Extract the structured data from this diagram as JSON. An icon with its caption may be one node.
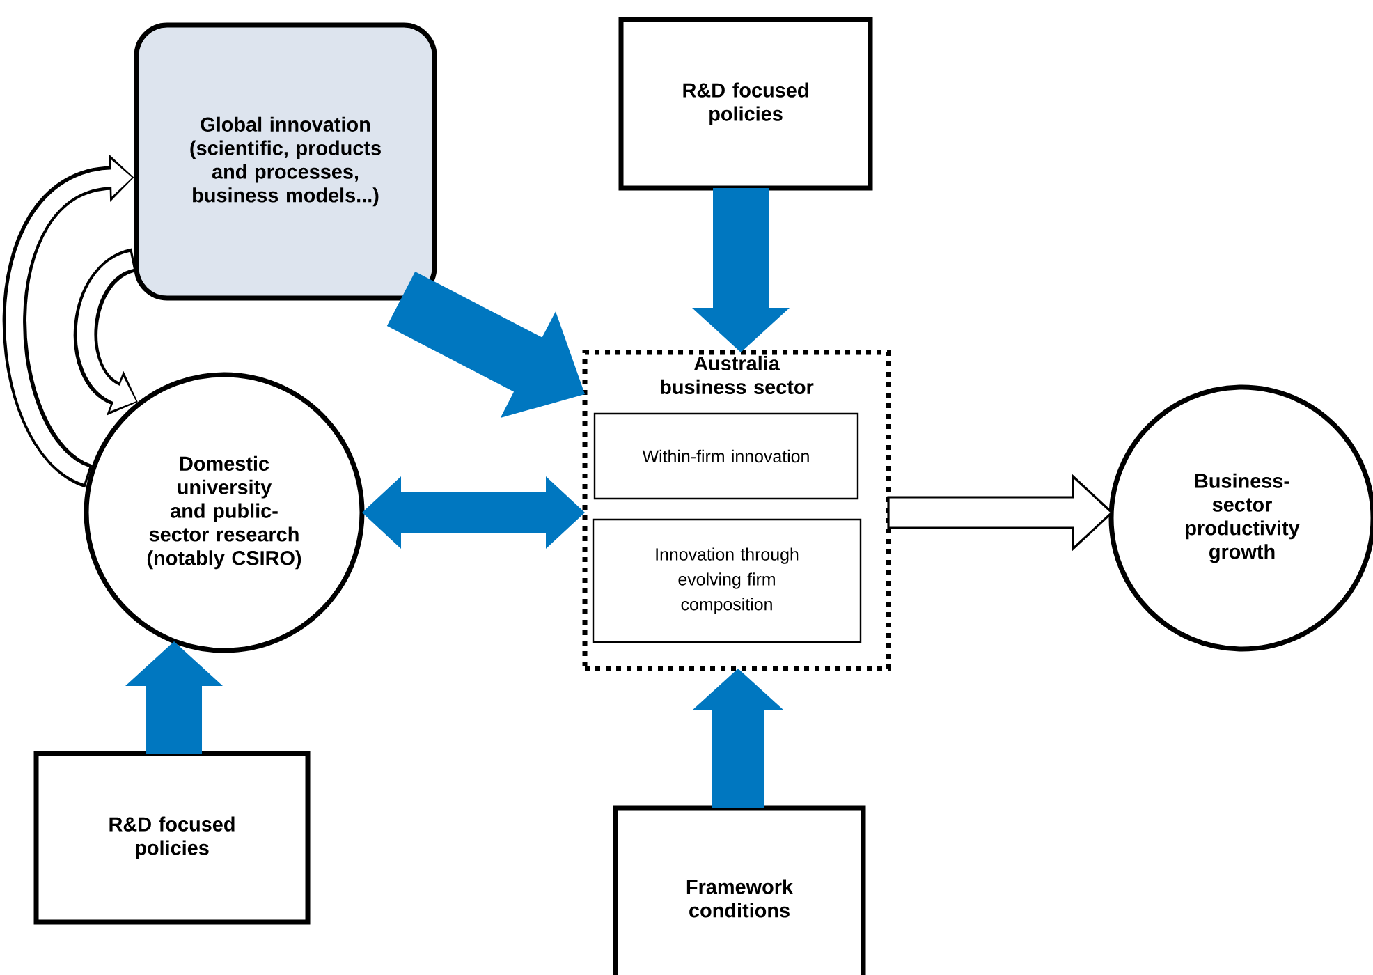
{
  "diagram": {
    "nodes": [
      {
        "text": [
          "Global innovation (scientific, products and processes, business models...)"
        ]
      },
      {
        "text": [
          "R&D focused policies"
        ]
      },
      {
        "text": [
          "Domestic university and public-sector research (notably CSIRO)"
        ]
      },
      {
        "text": [
          "Australia business sector"
        ]
      },
      {
        "text": [
          "Within-firm innovation"
        ],
        "in": 3
      },
      {
        "text": [
          "Innovation through evolving firm composition"
        ],
        "in": 3
      },
      {
        "text": [
          "Business-sector productivity growth"
        ]
      },
      {
        "text": [
          "R&D focused policies"
        ]
      },
      {
        "text": [
          "Framework conditions"
        ]
      }
    ],
    "edges": [
      {
        "from": 0,
        "to": 2,
        "arrow": "to",
        "color": "#000000"
      },
      {
        "from": 2,
        "to": 0,
        "arrow": "to",
        "color": "#000000"
      },
      {
        "from": 0,
        "to": 3,
        "arrow": "to"
      },
      {
        "from": 1,
        "to": 3,
        "arrow": "to"
      },
      {
        "from": 2,
        "to": 3,
        "arrow": "both"
      },
      {
        "from": 7,
        "to": 2,
        "arrow": "to"
      },
      {
        "from": 8,
        "to": 3,
        "arrow": "to"
      },
      {
        "from": 3,
        "to": 6,
        "arrow": "to",
        "color": "#000000"
      }
    ]
  }
}
